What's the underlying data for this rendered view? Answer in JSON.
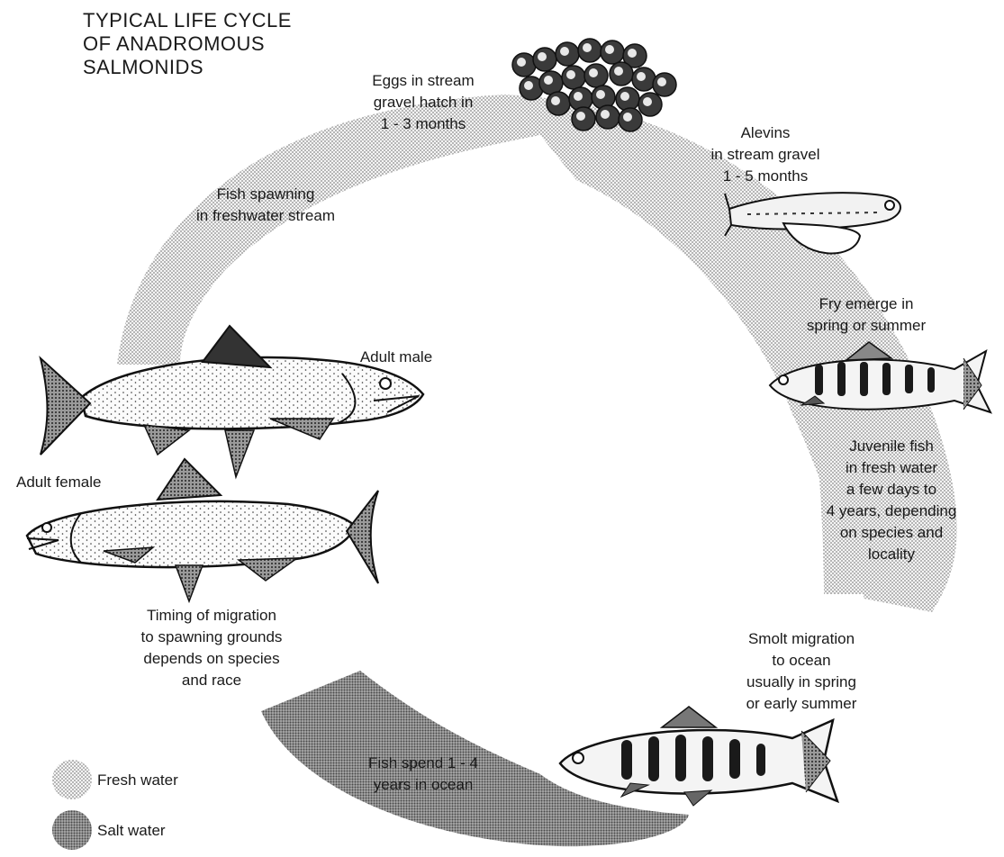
{
  "title": {
    "lines": [
      "TYPICAL LIFE CYCLE",
      "OF ANADROMOUS",
      "SALMONIDS"
    ]
  },
  "stages": {
    "eggs": {
      "lines": [
        "Eggs in stream",
        "gravel hatch in",
        "1 - 3 months"
      ],
      "icon": "eggs-cluster-icon"
    },
    "alevins": {
      "lines": [
        "Alevins",
        "in stream gravel",
        "1 - 5 months"
      ],
      "icon": "alevin-fish-icon"
    },
    "fry": {
      "lines": [
        "Fry emerge in",
        "spring or summer"
      ],
      "icon": "fry-fish-icon"
    },
    "juvenile": {
      "lines": [
        "Juvenile fish",
        "in fresh water",
        "a few days to",
        "4 years, depending",
        "on species and",
        "locality"
      ]
    },
    "smolt": {
      "lines": [
        "Smolt migration",
        "to ocean",
        "usually in spring",
        "or early summer"
      ],
      "icon": "smolt-fish-icon"
    },
    "ocean": {
      "lines": [
        "Fish spend 1 - 4",
        "years in ocean"
      ]
    },
    "migration": {
      "lines": [
        "Timing of migration",
        "to spawning grounds",
        "depends on species",
        "and race"
      ]
    },
    "adult_male": {
      "label": "Adult male",
      "icon": "adult-male-salmon-icon"
    },
    "adult_female": {
      "label": "Adult female",
      "icon": "adult-female-salmon-icon"
    },
    "spawning": {
      "lines": [
        "Fish spawning",
        "in freshwater stream"
      ]
    }
  },
  "legend": {
    "fresh": {
      "label": "Fresh water",
      "color": "#c9c9c9"
    },
    "salt": {
      "label": "Salt water",
      "color": "#7f7f7f"
    }
  }
}
